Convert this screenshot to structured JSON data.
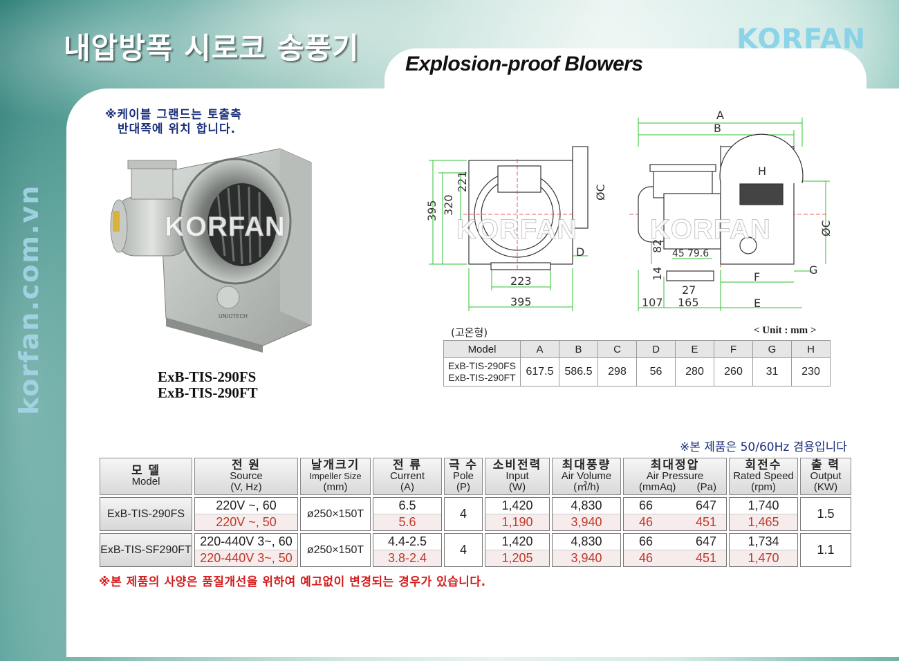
{
  "header": {
    "title_kr": "내압방폭 시로코 송풍기",
    "title_en": "Explosion-proof Blowers",
    "brand": "KORFAN",
    "side_url": "korfan.com.vn",
    "watermark": "KORFAN"
  },
  "product": {
    "cable_note_line1": "※케이블 그랜드는 토출측",
    "cable_note_line2": "반대쪽에 위치 합니다.",
    "model_line1": "ExB-TIS-290FS",
    "model_line2": "ExB-TIS-290FT",
    "nameplate": "UNIOTECH"
  },
  "drawing_labels": {
    "A": "A",
    "B": "B",
    "H": "H",
    "C": "ØC",
    "D": "D",
    "E": "E",
    "F": "F",
    "G": "G",
    "d395h": "395",
    "d320": "320",
    "d221": "221",
    "d223": "223",
    "d395w": "395",
    "d82": "82",
    "d14": "14",
    "d45": "45",
    "d79_6": "79.6",
    "d27": "27",
    "d107": "107",
    "d165": "165"
  },
  "dimension_table": {
    "caption": "(고온형)",
    "unit": "< Unit : mm >",
    "headers": [
      "Model",
      "A",
      "B",
      "C",
      "D",
      "E",
      "F",
      "G",
      "H"
    ],
    "model_line1": "ExB-TIS-290FS",
    "model_line2": "ExB-TIS-290FT",
    "values": [
      "617.5",
      "586.5",
      "298",
      "56",
      "280",
      "260",
      "31",
      "230"
    ]
  },
  "spec_table": {
    "hz_note": "※본 제품은 50/60Hz 겸용입니다",
    "headers": [
      {
        "kr": "모 델",
        "en": "Model",
        "unit": ""
      },
      {
        "kr": "전 원",
        "en": "Source",
        "unit": "(V, Hz)"
      },
      {
        "kr": "날개크기",
        "en": "Impeller Size",
        "unit": "(mm)"
      },
      {
        "kr": "전 류",
        "en": "Current",
        "unit": "(A)"
      },
      {
        "kr": "극 수",
        "en": "Pole",
        "unit": "(P)"
      },
      {
        "kr": "소비전력",
        "en": "Input",
        "unit": "(W)"
      },
      {
        "kr": "최대풍량",
        "en": "Air Volume",
        "unit": "(㎥/h)"
      },
      {
        "kr": "최대정압",
        "en": "Air Pressure",
        "unit_a": "(mmAq)",
        "unit_b": "(Pa)"
      },
      {
        "kr": "회전수",
        "en": "Rated Speed",
        "unit": "(rpm)"
      },
      {
        "kr": "출 력",
        "en": "Output",
        "unit": "(KW)"
      }
    ],
    "rows": [
      {
        "model": "ExB-TIS-290FS",
        "source": [
          "220V ~, 60",
          "220V ~, 50"
        ],
        "impeller": "ø250×150T",
        "current": [
          "6.5",
          "5.6"
        ],
        "pole": "4",
        "input": [
          "1,420",
          "1,190"
        ],
        "volume": [
          "4,830",
          "3,940"
        ],
        "mmaq": [
          "66",
          "46"
        ],
        "pa": [
          "647",
          "451"
        ],
        "rpm": [
          "1,740",
          "1,465"
        ],
        "output": "1.5"
      },
      {
        "model": "ExB-TIS-SF290FT",
        "source": [
          "220-440V 3~, 60",
          "220-440V 3~, 50"
        ],
        "impeller": "ø250×150T",
        "current": [
          "4.4-2.5",
          "3.8-2.4"
        ],
        "pole": "4",
        "input": [
          "1,420",
          "1,205"
        ],
        "volume": [
          "4,830",
          "3,940"
        ],
        "mmaq": [
          "66",
          "46"
        ],
        "pa": [
          "647",
          "451"
        ],
        "rpm": [
          "1,734",
          "1,470"
        ],
        "output": "1.1"
      }
    ]
  },
  "footer_note": "※본 제품의 사양은 품질개선을 위하여 예고없이 변경되는 경우가 있습니다.",
  "colors": {
    "accent_blue": "#1a2f7a",
    "red_note": "#d41c1c",
    "red_value": "#c0392b",
    "brand_cyan": "#7fd0e8",
    "drawing_green": "#2fc12f"
  }
}
